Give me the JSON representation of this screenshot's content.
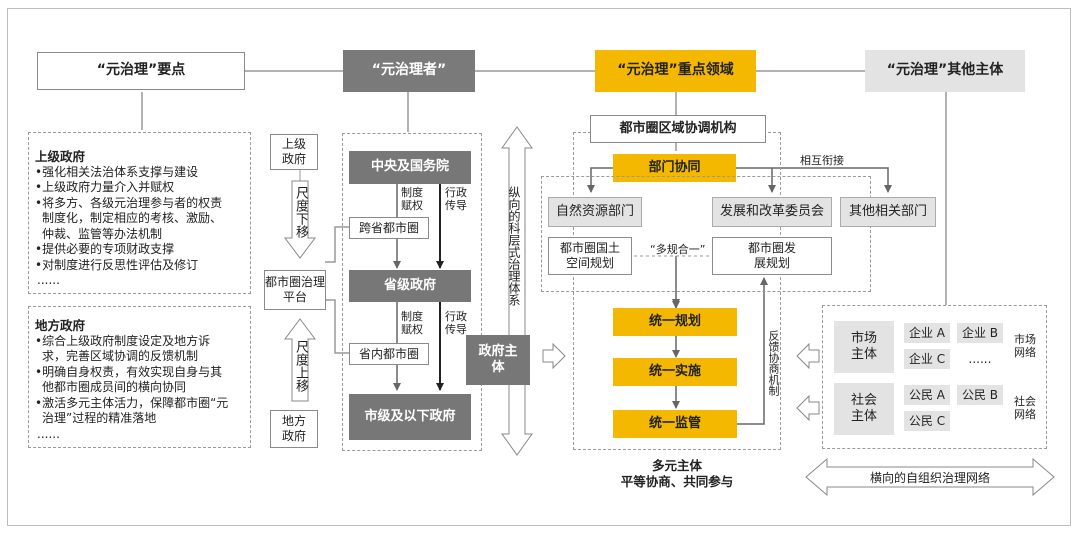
{
  "headers": {
    "essentials": "“元治理”要点",
    "governor": "“元治理者”",
    "focus": "“元治理”重点领域",
    "others": "“元治理”其他主体"
  },
  "left_panel": {
    "upper": {
      "title": "上级政府",
      "items": [
        "•强化相关法治体系支撑与建设",
        "•上级政府力量介入并赋权",
        "•将多方、各级元治理参与者的权责",
        "  制度化，制定相应的考核、激励、",
        "  仲裁、监管等办法机制",
        "•提供必要的专项财政支撑",
        "•对制度进行反思性评估及修订",
        "  ......"
      ]
    },
    "lower": {
      "title": "地方政府",
      "items": [
        "•综合上级政府制度设定及地方诉",
        "  求，完善区域协调的反馈机制",
        "•明确自身权责，有效实现自身与其",
        "  他都市圈成员间的横向协同",
        "•激活多元主体活力，保障都市圈“元",
        "  治理”过程的精准落地",
        "  ......"
      ]
    }
  },
  "governor": {
    "upper_gov": "上级政府",
    "scale_down": "尺度下移",
    "platform": "都市圈治理平台",
    "scale_up": "尺度上移",
    "local_gov": "地方政府",
    "central": "中央及国务院",
    "institution_empower": "制度赋权",
    "admin_transmit": "行政传导",
    "cross_province": "跨省都市圈",
    "provincial": "省级政府",
    "intra_province": "省内都市圈",
    "city_below": "市级及以下政府",
    "vertical_system": "纵向的科层式治理体系",
    "gov_subject": "政府主体"
  },
  "focus": {
    "coord_org": "都市圈区域协调机构",
    "dept_coop": "部门协同",
    "mutual_link": "相互衔接",
    "natural_resources": "自然资源部门",
    "ndrc": "发展和改革委员会",
    "other_depts": "其他相关部门",
    "land_planning": "都市圈国土空间规划",
    "multi_plan": "“多规合一”",
    "dev_planning": "都市圈发展规划",
    "unified_planning": "统一规划",
    "unified_implement": "统一实施",
    "unified_supervise": "统一监管",
    "feedback": "反馈协商机制",
    "multi_subject": "多元主体",
    "equal_consult": "平等协商、共同参与"
  },
  "others": {
    "market_subject": "市场主体",
    "enterprise_a": "企业 A",
    "enterprise_b": "企业 B",
    "enterprise_c": "企业 C",
    "ellipsis": "......",
    "market_network": "市场网络",
    "social_subject": "社会主体",
    "citizen_a": "公民 A",
    "citizen_b": "公民 B",
    "citizen_c": "公民 C",
    "social_network": "社会网络",
    "horizontal_network": "横向的自组织治理网络"
  },
  "colors": {
    "yellow": "#f5b800",
    "dark_gray": "#777777",
    "light_gray": "#e3e3e3"
  }
}
